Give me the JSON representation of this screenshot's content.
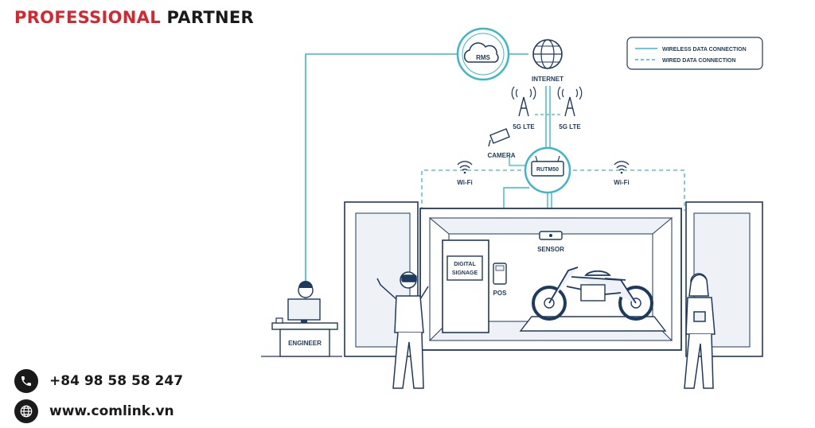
{
  "brand": {
    "highlight": "PROFESSIONAL",
    "rest": "PARTNER",
    "highlight_color": "#d8262f"
  },
  "contact": {
    "phone": "+84 98 58 58 247",
    "website": "www.comlink.vn",
    "phone_icon": "phone-icon",
    "web_icon": "globe-icon"
  },
  "diagram": {
    "legend": {
      "wireless": "WIRELESS DATA CONNECTION",
      "wired": "WIRED DATA CONNECTION"
    },
    "labels": {
      "rms": "RMS",
      "internet": "INTERNET",
      "lte_left": "5G LTE",
      "lte_right": "5G LTE",
      "camera": "CAMERA",
      "router": "RUTM50",
      "wifi_left": "Wi-Fi",
      "wifi_right": "Wi-Fi",
      "sensor": "SENSOR",
      "signage_line1": "DIGITAL",
      "signage_line2": "SIGNAGE",
      "pos": "POS",
      "engineer": "ENGINEER"
    },
    "colors": {
      "line": "#1e3a5f",
      "accent": "#3fb6c8",
      "fill": "#eef2f6"
    }
  }
}
